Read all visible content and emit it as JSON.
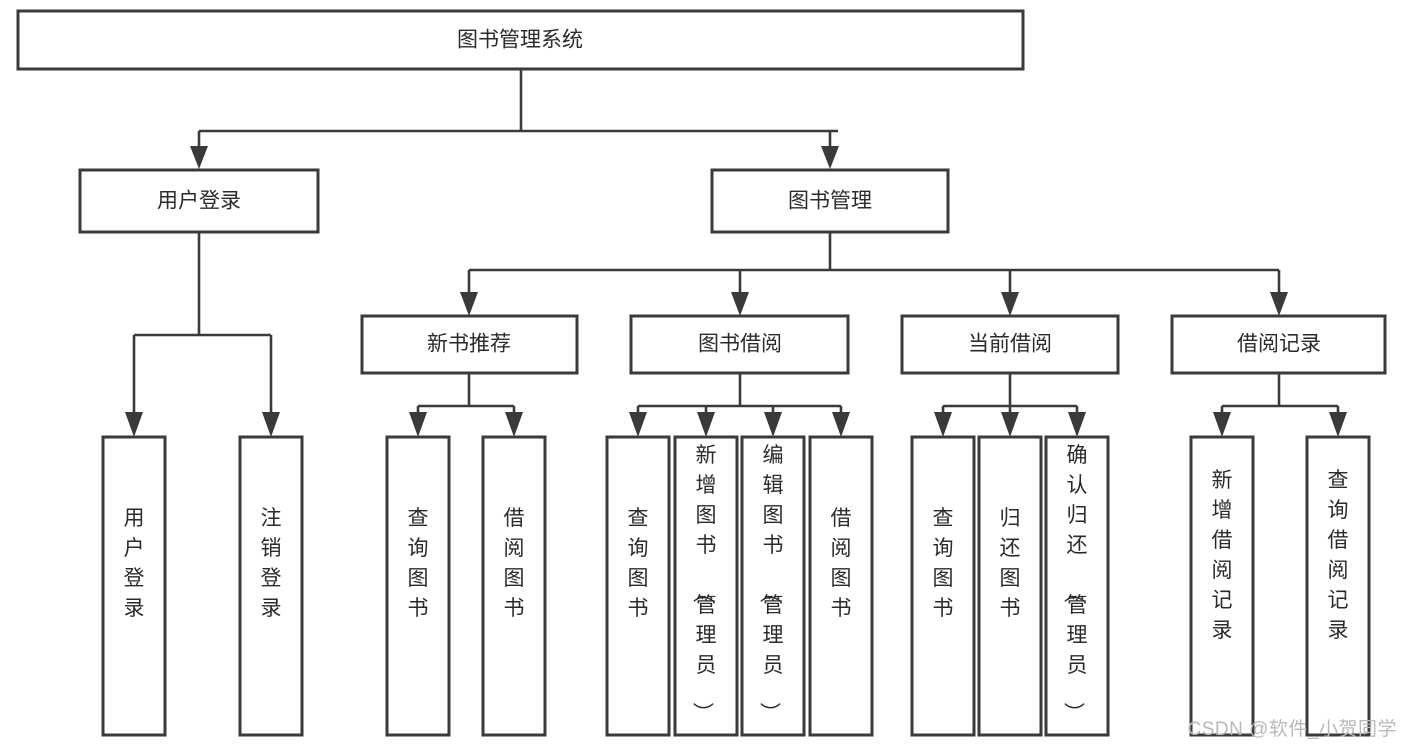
{
  "diagram": {
    "title": "图书管理系统",
    "type": "tree",
    "orientation": "top-down",
    "colors": {
      "box_stroke": "#3a3a3a",
      "box_fill": "#ffffff",
      "text": "#2b2b2b",
      "edge": "#3a3a3a",
      "watermark": "#b9b9b9",
      "background": "#ffffff"
    },
    "root": {
      "label": "图书管理系统"
    },
    "level2": [
      {
        "label": "用户登录"
      },
      {
        "label": "图书管理"
      }
    ],
    "level3": [
      {
        "label": "新书推荐"
      },
      {
        "label": "图书借阅"
      },
      {
        "label": "当前借阅"
      },
      {
        "label": "借阅记录"
      }
    ],
    "leaves": {
      "user_login": [
        {
          "label": "用户登录"
        },
        {
          "label": "注销登录"
        }
      ],
      "new_book_recommend": [
        {
          "label": "查询图书"
        },
        {
          "label": "借阅图书"
        }
      ],
      "book_borrow": [
        {
          "label": "查询图书"
        },
        {
          "label": "新增图书（管理员）"
        },
        {
          "label": "编辑图书（管理员）"
        },
        {
          "label": "借阅图书"
        }
      ],
      "current_borrow": [
        {
          "label": "查询图书"
        },
        {
          "label": "归还图书"
        },
        {
          "label": "确认归还（管理员）"
        }
      ],
      "borrow_record": [
        {
          "label": "新增借阅记录"
        },
        {
          "label": "查询借阅记录"
        }
      ]
    }
  },
  "watermark": {
    "text": "CSDN @软件_小贺同学"
  }
}
